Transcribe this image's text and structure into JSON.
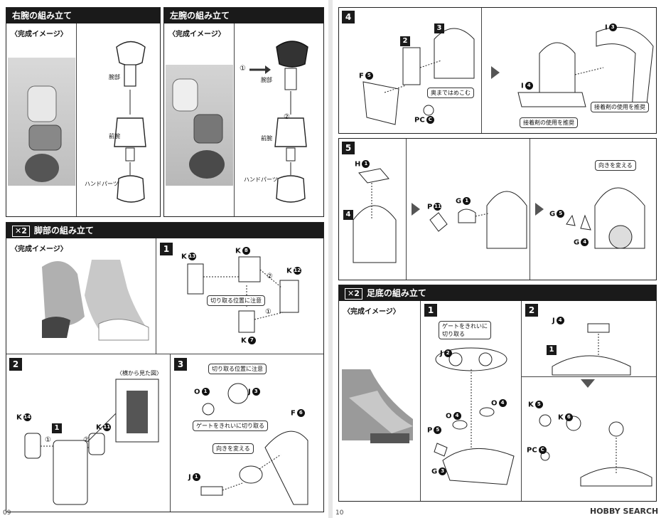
{
  "left": {
    "right_arm": {
      "title": "右腕の組み立て",
      "sub": "〈完成イメージ〉",
      "labels": {
        "upper": "腕部",
        "fore": "前腕",
        "hand": "ハンドパーツ"
      }
    },
    "left_arm": {
      "title": "左腕の組み立て",
      "sub": "〈完成イメージ〉",
      "labels": {
        "upper": "腕部",
        "fore": "前腕",
        "hand": "ハンドパーツ"
      },
      "step_marks": [
        "①",
        "②"
      ]
    },
    "legs": {
      "multiplier": "✕2",
      "title": "脚部の組み立て",
      "sub": "〈完成イメージ〉"
    },
    "step1": {
      "num": "1",
      "parts": [
        "K",
        "K",
        "K",
        "K"
      ],
      "nums": [
        "13",
        "8",
        "12",
        "7"
      ],
      "note": "切り取る位置に注意",
      "marks": [
        "②",
        "①"
      ]
    },
    "step2": {
      "num": "2",
      "side_view": "〈横から見た図〉",
      "parts": [
        "K",
        "K"
      ],
      "nums": [
        "14",
        "11"
      ],
      "ref": "1",
      "marks": [
        "①",
        "②"
      ]
    },
    "step3": {
      "num": "3",
      "note1": "切り取る位置に注意",
      "note2": "ゲートをきれいに切り取る",
      "note3": "向きを変える",
      "parts": {
        "o": "O",
        "o_num": "1",
        "j3": "J",
        "j3_num": "3",
        "j1": "J",
        "j1_num": "1",
        "f": "F",
        "f_num": "6"
      }
    },
    "page_no": "09"
  },
  "right": {
    "step4": {
      "num": "4",
      "part3": "3",
      "part2": "2",
      "f": "F",
      "f_num": "5",
      "pc": "PC",
      "pc_num": "C",
      "note": "奥まではめこむ",
      "i3": "I",
      "i3_num": "3",
      "i4": "I",
      "i4_num": "4",
      "adh1": "接着剤の使用を推奨",
      "adh2": "接着剤の使用を推奨"
    },
    "step5": {
      "num": "5",
      "h": "H",
      "h_num": "1",
      "part4": "4",
      "p": "P",
      "p_num": "11",
      "g1": "G",
      "g1_num": "1",
      "g5": "G",
      "g5_num": "5",
      "g4": "G",
      "g4_num": "4",
      "note": "向きを変える"
    },
    "foot": {
      "multiplier": "✕2",
      "title": "足底の組み立て",
      "sub": "〈完成イメージ〉"
    },
    "fstep1": {
      "num": "1",
      "note": "ゲートをきれいに切り取る",
      "j2": "J",
      "j2_num": "2",
      "o1": "O",
      "o1_num": "4",
      "o2": "O",
      "o2_num": "4",
      "p": "P",
      "p_num": "5",
      "g": "G",
      "g_num": "3"
    },
    "fstep2": {
      "num": "2",
      "j": "J",
      "j_num": "4",
      "ref": "1",
      "k5": "K",
      "k5_num": "5",
      "k6": "K",
      "k6_num": "6",
      "pc": "PC",
      "pc_num": "C"
    },
    "page_no": "10",
    "watermark": "HOBBY SEARCH"
  }
}
